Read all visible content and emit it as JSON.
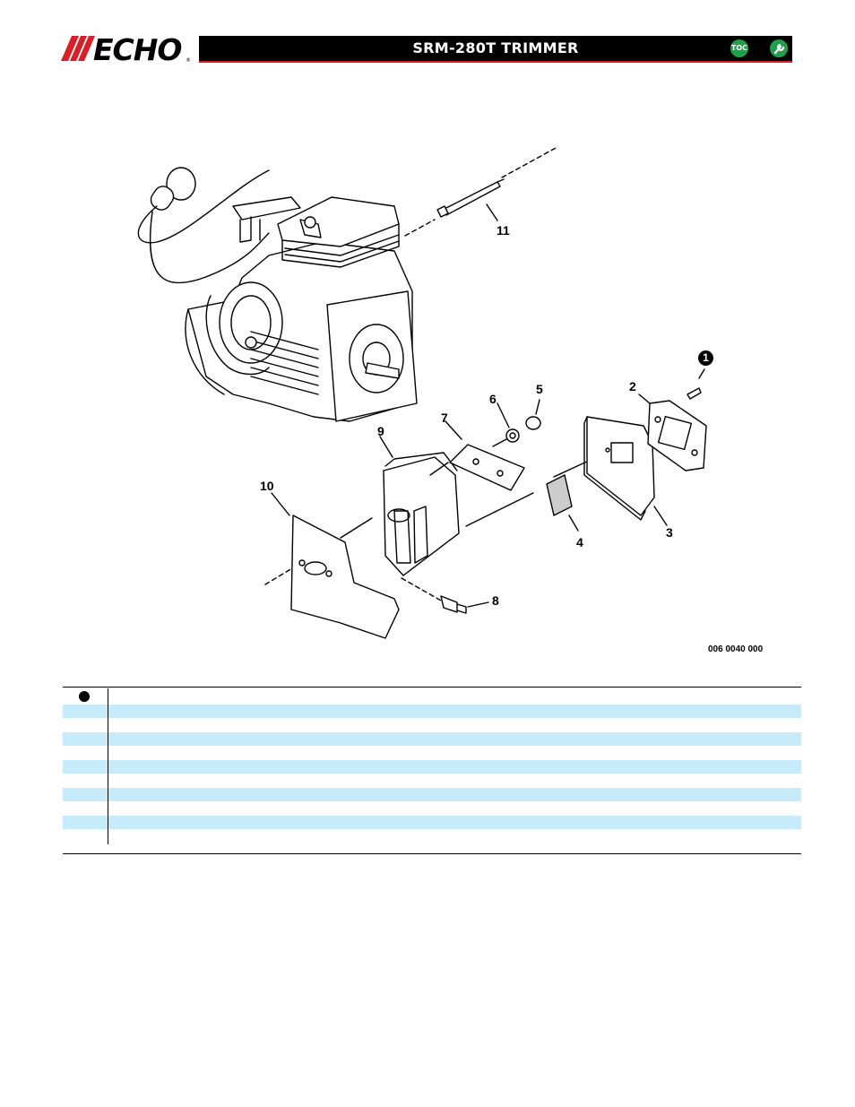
{
  "header": {
    "brand": "ECHO",
    "title": "SRM-280T TRIMMER",
    "toc_label": "TOC",
    "icons": [
      "echo-logo",
      "toc-icon",
      "wrench-icon"
    ],
    "accent_color": "#d61f26",
    "button_color": "#21a04a"
  },
  "diagram": {
    "callouts": [
      {
        "label": "1",
        "style": "filled"
      },
      {
        "label": "2"
      },
      {
        "label": "3"
      },
      {
        "label": "4"
      },
      {
        "label": "5"
      },
      {
        "label": "6"
      },
      {
        "label": "7"
      },
      {
        "label": "8"
      },
      {
        "label": "9"
      },
      {
        "label": "10"
      },
      {
        "label": "11"
      }
    ],
    "drawing_number": "006 0040 000"
  },
  "parts_table": {
    "header_marker": "filled-circle",
    "band_color": "#c6ebfa",
    "row_count": 10
  }
}
